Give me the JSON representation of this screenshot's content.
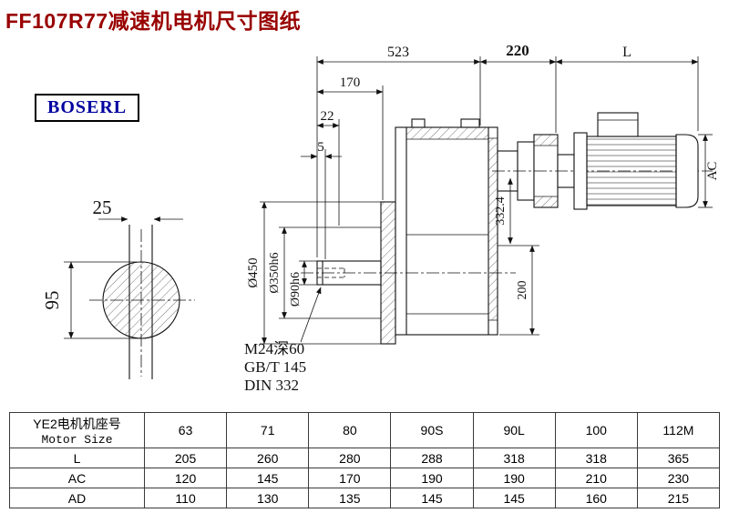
{
  "title": "FF107R77减速机电机尺寸图纸",
  "brand": "BOSERL",
  "colors": {
    "title_red": "#990000",
    "brand_blue": "#0000a0",
    "line_black": "#111111"
  },
  "drawing": {
    "dim_523": "523",
    "dim_220": "220",
    "dim_L": "L",
    "dim_170": "170",
    "dim_22": "22",
    "dim_5": "5",
    "dim_25": "25",
    "dim_95": "95",
    "dim_AC": "AC",
    "dim_332_4": "332.4",
    "dim_200": "200",
    "dia_450": "Ø450",
    "dia_350": "Ø350h6",
    "dia_90": "Ø90h6",
    "note_1": "M24深60",
    "note_2": "GB/T 145",
    "note_3": "DIN 332"
  },
  "table": {
    "header_cn": "YE2电机机座号",
    "header_en": "Motor Size",
    "sizes": [
      "63",
      "71",
      "80",
      "90S",
      "90L",
      "100",
      "112M"
    ],
    "rows": [
      {
        "label": "L",
        "values": [
          "205",
          "260",
          "280",
          "288",
          "318",
          "318",
          "365"
        ]
      },
      {
        "label": "AC",
        "values": [
          "120",
          "145",
          "170",
          "190",
          "190",
          "210",
          "230"
        ]
      },
      {
        "label": "AD",
        "values": [
          "110",
          "130",
          "135",
          "145",
          "145",
          "160",
          "215"
        ]
      }
    ]
  }
}
